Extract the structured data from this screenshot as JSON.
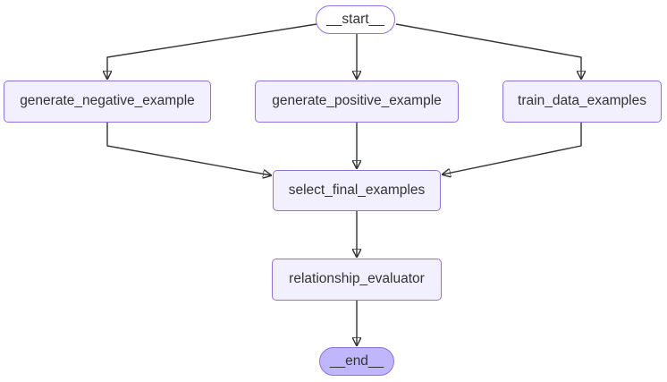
{
  "diagram": {
    "type": "flowchart",
    "direction": "top-down",
    "background": "#ffffff",
    "nodes": [
      {
        "id": "__start__",
        "label": "__start__",
        "shape": "stadium",
        "fill": "#ffffff",
        "border": "#9370db"
      },
      {
        "id": "generate_negative_example",
        "label": "generate_negative_example",
        "shape": "rounded-rect",
        "fill": "#f2f0ff",
        "border": "#9370db"
      },
      {
        "id": "generate_positive_example",
        "label": "generate_positive_example",
        "shape": "rounded-rect",
        "fill": "#f2f0ff",
        "border": "#9370db"
      },
      {
        "id": "train_data_examples",
        "label": "train_data_examples",
        "shape": "rounded-rect",
        "fill": "#f2f0ff",
        "border": "#9370db"
      },
      {
        "id": "select_final_examples",
        "label": "select_final_examples",
        "shape": "rounded-rect",
        "fill": "#f2f0ff",
        "border": "#9370db"
      },
      {
        "id": "relationship_evaluator",
        "label": "relationship_evaluator",
        "shape": "rounded-rect",
        "fill": "#f2f0ff",
        "border": "#9370db"
      },
      {
        "id": "__end__",
        "label": "__end__",
        "shape": "stadium",
        "fill": "#bfb6fc",
        "border": "#9370db"
      }
    ],
    "edges": [
      {
        "from": "__start__",
        "to": "generate_negative_example"
      },
      {
        "from": "__start__",
        "to": "generate_positive_example"
      },
      {
        "from": "__start__",
        "to": "train_data_examples"
      },
      {
        "from": "generate_negative_example",
        "to": "select_final_examples"
      },
      {
        "from": "generate_positive_example",
        "to": "select_final_examples"
      },
      {
        "from": "train_data_examples",
        "to": "select_final_examples"
      },
      {
        "from": "select_final_examples",
        "to": "relationship_evaluator"
      },
      {
        "from": "relationship_evaluator",
        "to": "__end__"
      }
    ],
    "colors": {
      "edge": "#333333",
      "text": "#333333",
      "node_fill": "#f2f0ff",
      "node_border": "#9370db",
      "end_fill": "#bfb6fc",
      "start_fill": "#ffffff"
    }
  }
}
